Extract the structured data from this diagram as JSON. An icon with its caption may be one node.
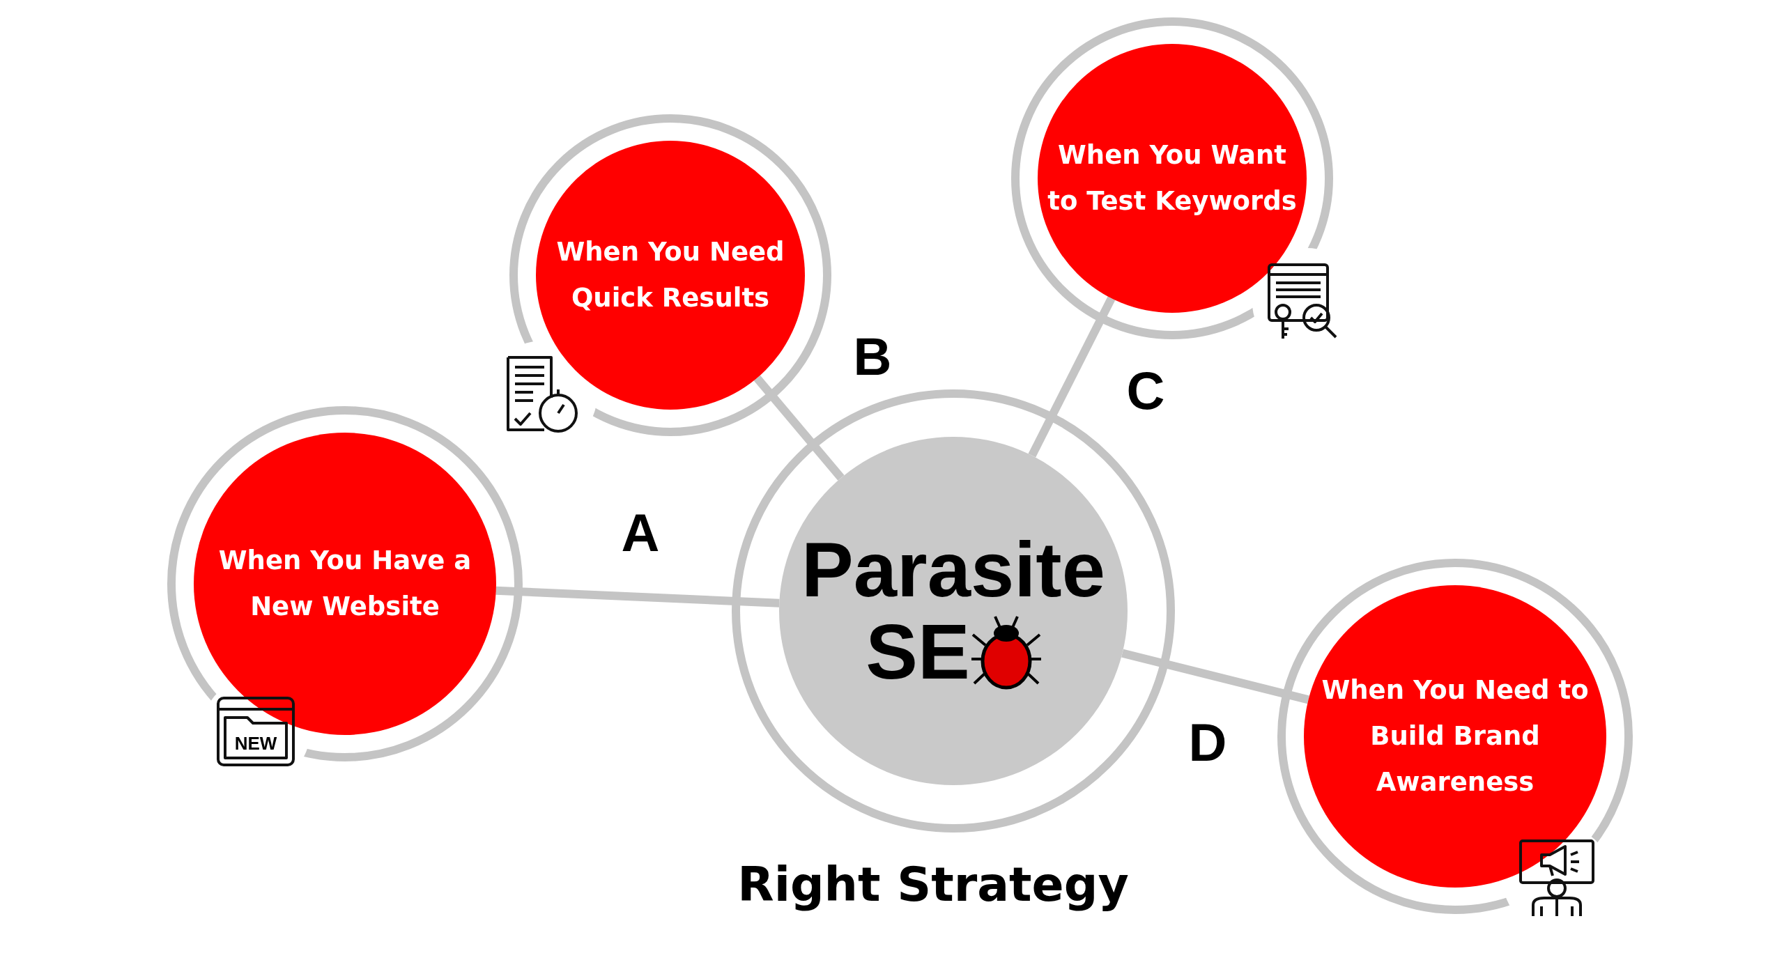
{
  "diagram": {
    "nodes": [
      {
        "text": [
          "Parasite",
          "SE"
        ]
      },
      {
        "text": [
          "When You Have a New Website"
        ]
      },
      {
        "text": [
          "When You Need Quick Results"
        ]
      },
      {
        "text": [
          "When You Want to Test Keywords"
        ]
      },
      {
        "text": [
          "When You Need to Build Brand Awareness"
        ]
      }
    ],
    "edges": [
      {
        "from": 0,
        "to": 1,
        "arrow": "none"
      },
      {
        "from": 0,
        "to": 2,
        "arrow": "none"
      },
      {
        "from": 0,
        "to": 3,
        "arrow": "none"
      },
      {
        "from": 0,
        "to": 4,
        "arrow": "none"
      }
    ],
    "labels": [
      "C",
      "B",
      "A",
      "NEW",
      "D",
      "Right Strategy"
    ]
  }
}
